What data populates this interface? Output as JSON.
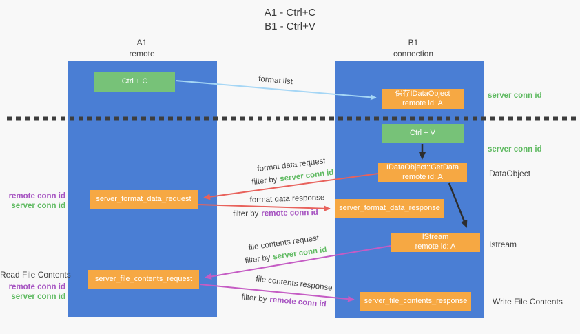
{
  "title": {
    "line1": "A1 - Ctrl+C",
    "line2": "B1 - Ctrl+V"
  },
  "columns": {
    "a1": {
      "name": "A1",
      "subtitle": "remote"
    },
    "b1": {
      "name": "B1",
      "subtitle": "connection"
    }
  },
  "nodes": {
    "ctrl_c": "Ctrl + C",
    "ctrl_v": "Ctrl + V",
    "save_dataobject": {
      "line1": "保存IDataObject",
      "line2": "remote id: A"
    },
    "getdata": {
      "line1": "IDataObject::GetData",
      "line2": "remote id: A"
    },
    "istream": {
      "line1": "IStream",
      "line2": "remote id: A"
    },
    "format_request": "server_format_data_request",
    "format_response": "server_format_data_response",
    "file_request": "server_file_contents_request",
    "file_response": "server_file_contents_response"
  },
  "arrow_labels": {
    "format_list": "format list",
    "format_data_request": "format data request",
    "format_data_response": "format data response",
    "file_contents_request": "file contents request",
    "file_contents_response": "file contents response",
    "filter_by": "filter by",
    "server_conn_id": "server conn id",
    "remote_conn_id": "remote conn id"
  },
  "side_labels": {
    "server_conn_id_top": "server conn id",
    "server_conn_id_mid": "server conn id",
    "dataobject": "DataObject",
    "istream": "Istream",
    "write_file_contents": "Write File Contents",
    "read_file_contents": "Read File Contents",
    "remote_conn_id_left1": "remote conn id",
    "server_conn_id_left1": "server conn id",
    "remote_conn_id_left2": "remote conn id",
    "server_conn_id_left2": "server conn id"
  },
  "colors": {
    "background": "#f8f8f8",
    "column_blue": "#4a7ed4",
    "box_green": "#77c278",
    "box_orange": "#f6a843",
    "arrow_lightblue": "#a5d6f5",
    "arrow_red": "#e8625c",
    "arrow_magenta": "#c55cc4",
    "arrow_black": "#2d2d2d",
    "dotted_line": "#3d3d3d",
    "label_green": "#5fba61",
    "label_purple": "#a653c1",
    "text_dark": "#3f3f3f"
  }
}
